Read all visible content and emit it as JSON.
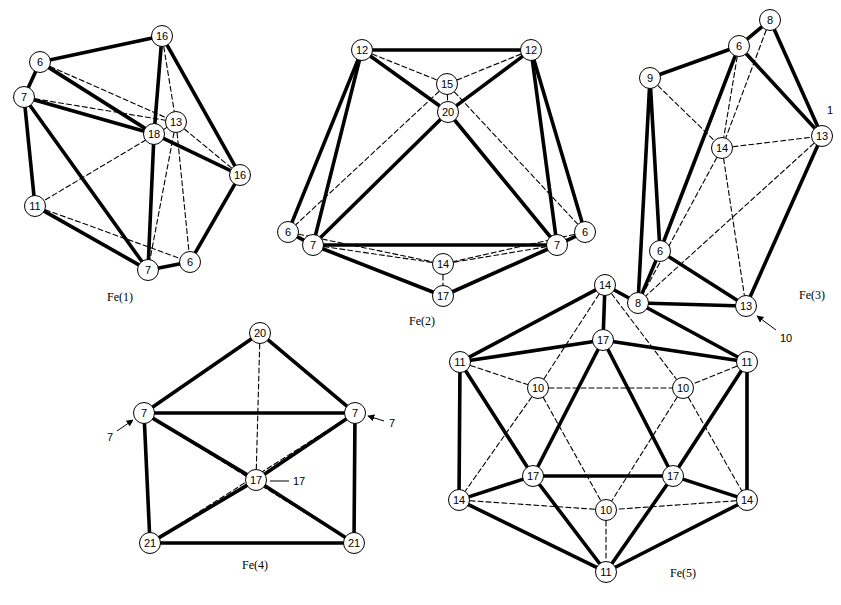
{
  "diagram": {
    "nodes": [
      {
        "text": [
          "6"
        ]
      },
      {
        "text": [
          "16"
        ]
      },
      {
        "text": [
          "7"
        ]
      },
      {
        "text": [
          "13"
        ]
      },
      {
        "text": [
          "18"
        ]
      },
      {
        "text": [
          "16"
        ]
      },
      {
        "text": [
          "11"
        ]
      },
      {
        "text": [
          "7"
        ]
      },
      {
        "text": [
          "6"
        ]
      },
      {
        "text": [
          "12"
        ]
      },
      {
        "text": [
          "12"
        ]
      },
      {
        "text": [
          "15"
        ]
      },
      {
        "text": [
          "20"
        ]
      },
      {
        "text": [
          "6"
        ]
      },
      {
        "text": [
          "7"
        ]
      },
      {
        "text": [
          "7"
        ]
      },
      {
        "text": [
          "6"
        ]
      },
      {
        "text": [
          "14"
        ]
      },
      {
        "text": [
          "17"
        ]
      },
      {
        "text": [
          "8"
        ]
      },
      {
        "text": [
          "6"
        ]
      },
      {
        "text": [
          "9"
        ]
      },
      {
        "text": [
          "14"
        ]
      },
      {
        "text": [
          "13"
        ]
      },
      {
        "text": [
          "6"
        ]
      },
      {
        "text": [
          "8"
        ]
      },
      {
        "text": [
          "13"
        ]
      },
      {
        "text": [
          "20"
        ]
      },
      {
        "text": [
          "7"
        ]
      },
      {
        "text": [
          "7"
        ]
      },
      {
        "text": [
          "17"
        ]
      },
      {
        "text": [
          "21"
        ]
      },
      {
        "text": [
          "21"
        ]
      },
      {
        "text": [
          "14"
        ]
      },
      {
        "text": [
          "11"
        ]
      },
      {
        "text": [
          "17"
        ]
      },
      {
        "text": [
          "11"
        ]
      },
      {
        "text": [
          "10"
        ]
      },
      {
        "text": [
          "10"
        ]
      },
      {
        "text": [
          "17"
        ]
      },
      {
        "text": [
          "17"
        ]
      },
      {
        "text": [
          "14"
        ]
      },
      {
        "text": [
          "14"
        ]
      },
      {
        "text": [
          "10"
        ]
      },
      {
        "text": [
          "11"
        ]
      }
    ],
    "edges": [
      {
        "from": 0,
        "to": 1,
        "arrow": "none"
      },
      {
        "from": 0,
        "to": 2,
        "arrow": "none"
      },
      {
        "from": 0,
        "to": 4,
        "arrow": "none"
      },
      {
        "from": 1,
        "to": 4,
        "arrow": "none"
      },
      {
        "from": 1,
        "to": 5,
        "arrow": "none"
      },
      {
        "from": 2,
        "to": 4,
        "arrow": "none"
      },
      {
        "from": 2,
        "to": 6,
        "arrow": "none"
      },
      {
        "from": 2,
        "to": 7,
        "arrow": "none"
      },
      {
        "from": 4,
        "to": 5,
        "arrow": "none"
      },
      {
        "from": 4,
        "to": 7,
        "arrow": "none"
      },
      {
        "from": 5,
        "to": 8,
        "arrow": "none"
      },
      {
        "from": 6,
        "to": 7,
        "arrow": "none"
      },
      {
        "from": 7,
        "to": 8,
        "arrow": "none"
      },
      {
        "from": 0,
        "to": 3,
        "arrow": "none"
      },
      {
        "from": 1,
        "to": 3,
        "arrow": "none"
      },
      {
        "from": 2,
        "to": 3,
        "arrow": "none"
      },
      {
        "from": 3,
        "to": 5,
        "arrow": "none"
      },
      {
        "from": 3,
        "to": 6,
        "arrow": "none"
      },
      {
        "from": 3,
        "to": 7,
        "arrow": "none"
      },
      {
        "from": 3,
        "to": 8,
        "arrow": "none"
      },
      {
        "from": 6,
        "to": 8,
        "arrow": "none"
      },
      {
        "from": 9,
        "to": 10,
        "arrow": "none"
      },
      {
        "from": 9,
        "to": 12,
        "arrow": "none"
      },
      {
        "from": 10,
        "to": 12,
        "arrow": "none"
      },
      {
        "from": 9,
        "to": 13,
        "arrow": "none"
      },
      {
        "from": 9,
        "to": 14,
        "arrow": "none"
      },
      {
        "from": 10,
        "to": 15,
        "arrow": "none"
      },
      {
        "from": 10,
        "to": 16,
        "arrow": "none"
      },
      {
        "from": 12,
        "to": 14,
        "arrow": "none"
      },
      {
        "from": 12,
        "to": 15,
        "arrow": "none"
      },
      {
        "from": 13,
        "to": 14,
        "arrow": "none"
      },
      {
        "from": 14,
        "to": 15,
        "arrow": "none"
      },
      {
        "from": 15,
        "to": 16,
        "arrow": "none"
      },
      {
        "from": 14,
        "to": 18,
        "arrow": "none"
      },
      {
        "from": 15,
        "to": 18,
        "arrow": "none"
      },
      {
        "from": 9,
        "to": 11,
        "arrow": "none"
      },
      {
        "from": 10,
        "to": 11,
        "arrow": "none"
      },
      {
        "from": 11,
        "to": 12,
        "arrow": "none"
      },
      {
        "from": 11,
        "to": 13,
        "arrow": "none"
      },
      {
        "from": 11,
        "to": 16,
        "arrow": "none"
      },
      {
        "from": 13,
        "to": 17,
        "arrow": "none"
      },
      {
        "from": 16,
        "to": 17,
        "arrow": "none"
      },
      {
        "from": 14,
        "to": 17,
        "arrow": "none"
      },
      {
        "from": 15,
        "to": 17,
        "arrow": "none"
      },
      {
        "from": 17,
        "to": 18,
        "arrow": "none"
      },
      {
        "from": 19,
        "to": 20,
        "arrow": "none"
      },
      {
        "from": 19,
        "to": 23,
        "arrow": "none"
      },
      {
        "from": 20,
        "to": 21,
        "arrow": "none"
      },
      {
        "from": 20,
        "to": 23,
        "arrow": "none"
      },
      {
        "from": 20,
        "to": 24,
        "arrow": "none"
      },
      {
        "from": 21,
        "to": 24,
        "arrow": "none"
      },
      {
        "from": 21,
        "to": 25,
        "arrow": "none"
      },
      {
        "from": 23,
        "to": 26,
        "arrow": "none"
      },
      {
        "from": 24,
        "to": 25,
        "arrow": "none"
      },
      {
        "from": 24,
        "to": 26,
        "arrow": "none"
      },
      {
        "from": 25,
        "to": 26,
        "arrow": "none"
      },
      {
        "from": 19,
        "to": 22,
        "arrow": "none"
      },
      {
        "from": 20,
        "to": 22,
        "arrow": "none"
      },
      {
        "from": 21,
        "to": 22,
        "arrow": "none"
      },
      {
        "from": 22,
        "to": 23,
        "arrow": "none"
      },
      {
        "from": 22,
        "to": 25,
        "arrow": "none"
      },
      {
        "from": 22,
        "to": 26,
        "arrow": "none"
      },
      {
        "from": 23,
        "to": 25,
        "arrow": "none"
      },
      {
        "from": 27,
        "to": 28,
        "arrow": "none"
      },
      {
        "from": 27,
        "to": 29,
        "arrow": "none"
      },
      {
        "from": 28,
        "to": 29,
        "arrow": "none"
      },
      {
        "from": 28,
        "to": 30,
        "arrow": "none"
      },
      {
        "from": 29,
        "to": 30,
        "arrow": "none"
      },
      {
        "from": 28,
        "to": 31,
        "arrow": "none"
      },
      {
        "from": 29,
        "to": 32,
        "arrow": "none"
      },
      {
        "from": 30,
        "to": 31,
        "arrow": "none"
      },
      {
        "from": 30,
        "to": 32,
        "arrow": "none"
      },
      {
        "from": 31,
        "to": 32,
        "arrow": "none"
      },
      {
        "from": 28,
        "to": 32,
        "arrow": "none"
      },
      {
        "from": 29,
        "to": 31,
        "arrow": "none"
      },
      {
        "from": 27,
        "to": 30,
        "arrow": "none"
      },
      {
        "from": 33,
        "to": 34,
        "arrow": "none"
      },
      {
        "from": 33,
        "to": 35,
        "arrow": "none"
      },
      {
        "from": 33,
        "to": 36,
        "arrow": "none"
      },
      {
        "from": 34,
        "to": 35,
        "arrow": "none"
      },
      {
        "from": 35,
        "to": 36,
        "arrow": "none"
      },
      {
        "from": 34,
        "to": 39,
        "arrow": "none"
      },
      {
        "from": 35,
        "to": 39,
        "arrow": "none"
      },
      {
        "from": 35,
        "to": 40,
        "arrow": "none"
      },
      {
        "from": 36,
        "to": 40,
        "arrow": "none"
      },
      {
        "from": 39,
        "to": 40,
        "arrow": "none"
      },
      {
        "from": 34,
        "to": 41,
        "arrow": "none"
      },
      {
        "from": 39,
        "to": 41,
        "arrow": "none"
      },
      {
        "from": 36,
        "to": 42,
        "arrow": "none"
      },
      {
        "from": 40,
        "to": 42,
        "arrow": "none"
      },
      {
        "from": 39,
        "to": 44,
        "arrow": "none"
      },
      {
        "from": 40,
        "to": 44,
        "arrow": "none"
      },
      {
        "from": 41,
        "to": 44,
        "arrow": "none"
      },
      {
        "from": 42,
        "to": 44,
        "arrow": "none"
      },
      {
        "from": 33,
        "to": 37,
        "arrow": "none"
      },
      {
        "from": 33,
        "to": 38,
        "arrow": "none"
      },
      {
        "from": 37,
        "to": 38,
        "arrow": "none"
      },
      {
        "from": 34,
        "to": 37,
        "arrow": "none"
      },
      {
        "from": 36,
        "to": 38,
        "arrow": "none"
      },
      {
        "from": 37,
        "to": 41,
        "arrow": "none"
      },
      {
        "from": 38,
        "to": 42,
        "arrow": "none"
      },
      {
        "from": 37,
        "to": 43,
        "arrow": "none"
      },
      {
        "from": 38,
        "to": 43,
        "arrow": "none"
      },
      {
        "from": 41,
        "to": 43,
        "arrow": "none"
      },
      {
        "from": 42,
        "to": 43,
        "arrow": "none"
      },
      {
        "from": 43,
        "to": 44,
        "arrow": "none"
      }
    ],
    "labels": [
      "Fe(1)",
      "Fe(2)",
      "1",
      "10",
      "Fe(3)",
      "7",
      "7",
      "17",
      "Fe(4)",
      "Fe(5)"
    ]
  }
}
